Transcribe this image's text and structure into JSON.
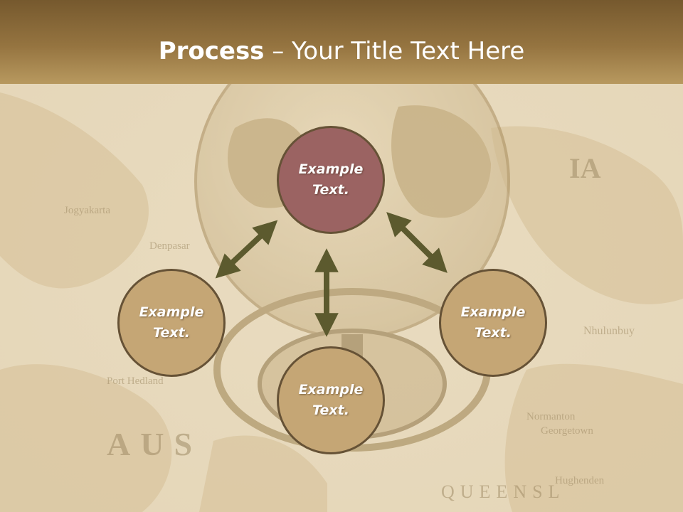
{
  "title": {
    "bold": "Process",
    "rest": " – Your Title Text Here"
  },
  "nodes": {
    "top": {
      "line1": "Example",
      "line2": "Text."
    },
    "left": {
      "line1": "Example",
      "line2": "Text."
    },
    "right": {
      "line1": "Example",
      "line2": "Text."
    },
    "bottom": {
      "line1": "Example",
      "line2": "Text."
    }
  },
  "colors": {
    "title_band": "#957440",
    "node_fill": "#c5a675",
    "highlight_node_fill": "#9b6362",
    "node_border": "#665236",
    "arrow": "#5c5a2e"
  }
}
